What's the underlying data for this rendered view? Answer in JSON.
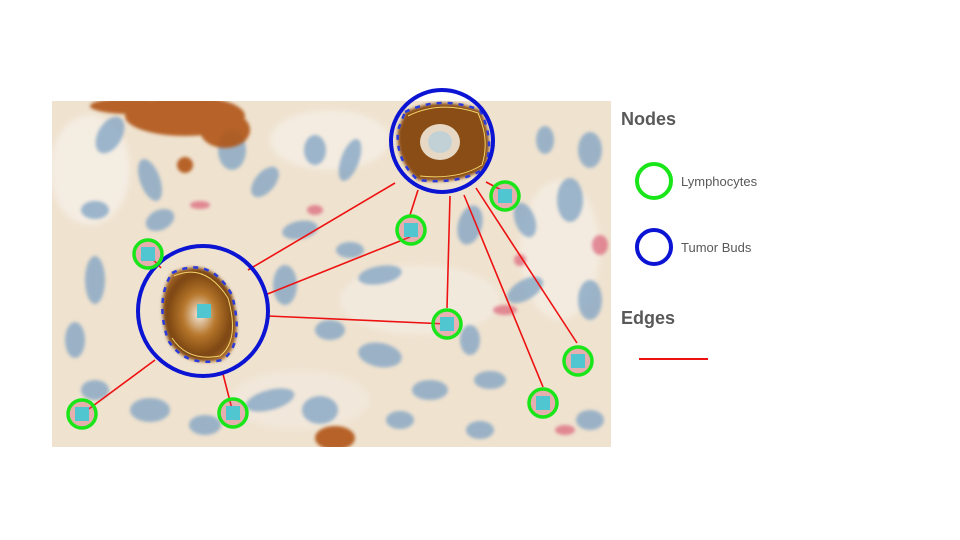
{
  "legend": {
    "nodes_heading": "Nodes",
    "lymphocytes_label": "Lymphocytes",
    "tumor_buds_label": "Tumor Buds",
    "edges_heading": "Edges"
  },
  "colors": {
    "lymphocyte": "#19e619",
    "tumor_bud": "#0a14d2",
    "edge": "#ee1111",
    "node_marker": "#4fc6d0",
    "contour_dash": "#2a3adc",
    "text": "#595959"
  }
}
